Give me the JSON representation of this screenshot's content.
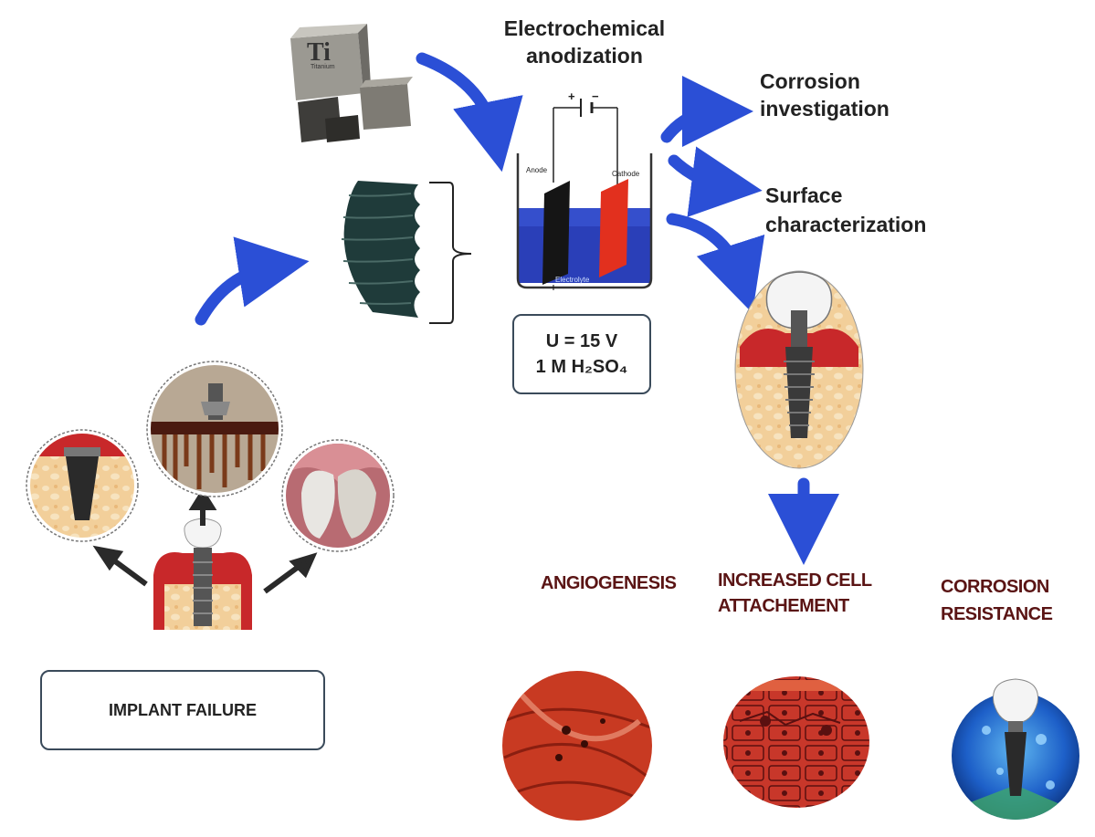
{
  "process": {
    "title_line1": "Electrochemical",
    "title_line2": "anodization",
    "cell_labels": {
      "anode": "Anode",
      "cathode": "Cathode",
      "electrolyte": "Electrolyte",
      "plus": "+",
      "minus": "−"
    },
    "element_symbol": "Ti",
    "element_name": "Titanium"
  },
  "conditions": {
    "voltage": "U = 15 V",
    "electrolyte": "1 M H₂SO₄"
  },
  "outputs": {
    "corrosion_line1": "Corrosion",
    "corrosion_line2": "investigation",
    "surface_line1": "Surface",
    "surface_line2": "characterization"
  },
  "failure": {
    "label": "IMPLANT FAILURE"
  },
  "outcomes": [
    {
      "line1": "ANGIOGENESIS",
      "line2": ""
    },
    {
      "line1": "INCREASED CELL",
      "line2": "ATTACHEMENT"
    },
    {
      "line1": "CORROSION",
      "line2": "RESISTANCE"
    }
  ],
  "colors": {
    "arrow_blue": "#2b4fd6",
    "gum_red": "#c8282a",
    "bone": "#f2cf9a",
    "electrolyte_blue": "#2a3fb8",
    "cathode_red": "#e2301e",
    "outcome_text": "#5a1414"
  }
}
